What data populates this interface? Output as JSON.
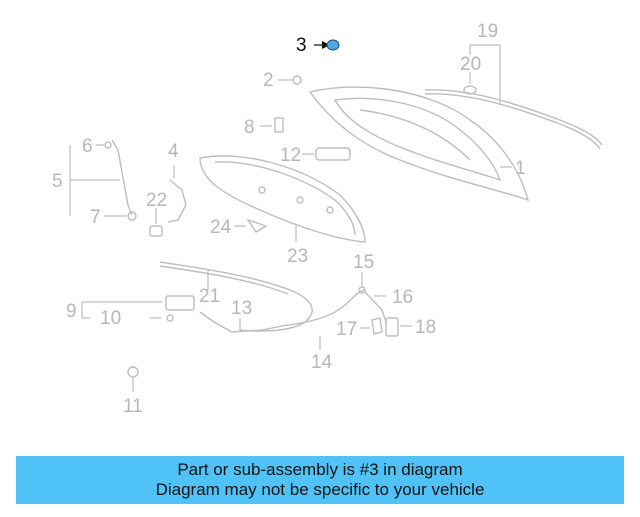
{
  "diagram": {
    "highlighted_part": "3",
    "highlight_color": "#4fa8e0",
    "callouts": [
      "1",
      "2",
      "3",
      "4",
      "5",
      "6",
      "7",
      "8",
      "9",
      "10",
      "11",
      "12",
      "13",
      "14",
      "15",
      "16",
      "17",
      "18",
      "19",
      "20",
      "21",
      "22",
      "23",
      "24"
    ]
  },
  "caption": {
    "line1": "Part or sub-assembly is #3 in diagram",
    "line2": "Diagram may not be specific to your vehicle",
    "background": "#4fc3f7"
  }
}
